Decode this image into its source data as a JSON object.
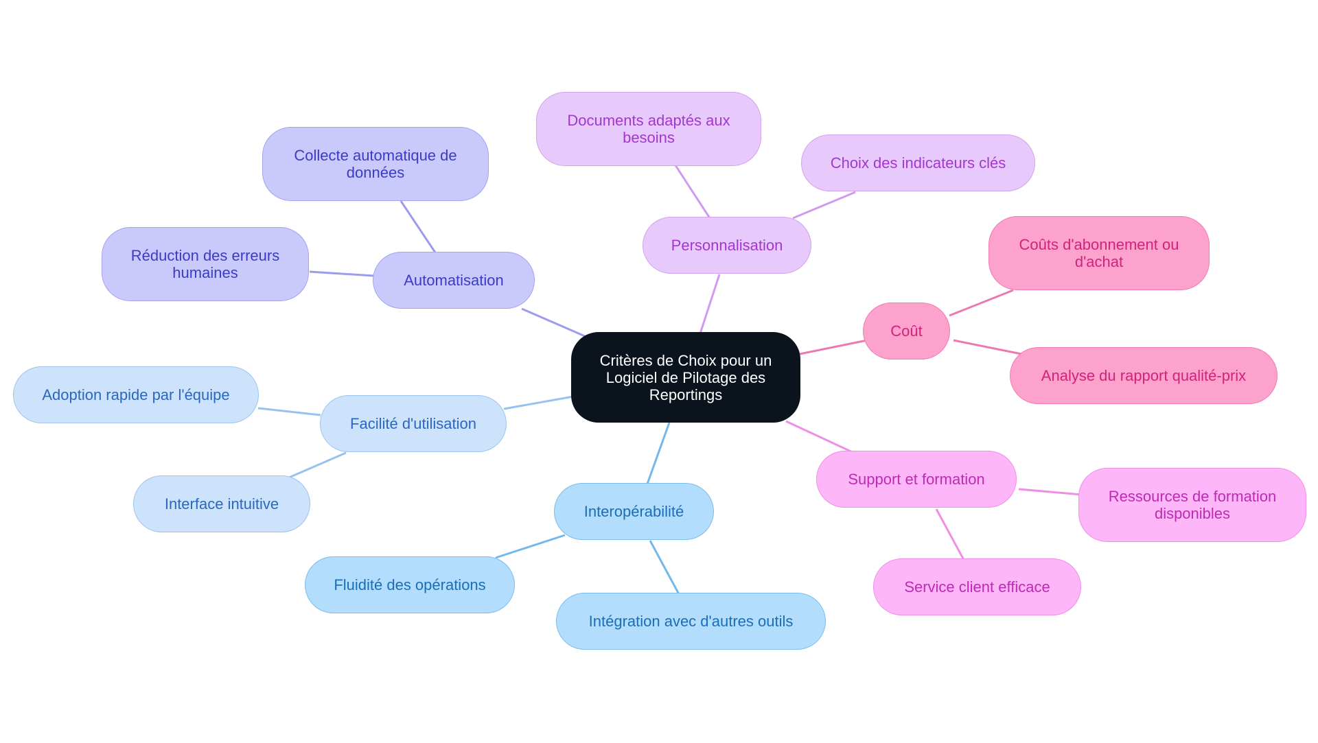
{
  "diagram": {
    "root": {
      "label": "Critères de Choix pour un Logiciel de Pilotage des Reportings"
    },
    "branches": {
      "automatisation": {
        "label": "Automatisation",
        "children": [
          "Collecte automatique de données",
          "Réduction des erreurs humaines"
        ]
      },
      "personnalisation": {
        "label": "Personnalisation",
        "children": [
          "Documents adaptés aux besoins",
          "Choix des indicateurs clés"
        ]
      },
      "cout": {
        "label": "Coût",
        "children": [
          "Coûts d'abonnement ou d'achat",
          "Analyse du rapport qualité-prix"
        ]
      },
      "support": {
        "label": "Support et formation",
        "children": [
          "Ressources de formation disponibles",
          "Service client efficace"
        ]
      },
      "interoperabilite": {
        "label": "Interopérabilité",
        "children": [
          "Fluidité des opérations",
          "Intégration avec d'autres outils"
        ]
      },
      "facilite": {
        "label": "Facilité d'utilisation",
        "children": [
          "Adoption rapide par l'équipe",
          "Interface intuitive"
        ]
      }
    }
  },
  "colors": {
    "automatisation": "#9b9bf0",
    "personnalisation": "#cf9bef",
    "cout": "#ec78b1",
    "support": "#ef8fe4",
    "interoperabilite": "#72b9ea",
    "facilite": "#98c2ee"
  }
}
